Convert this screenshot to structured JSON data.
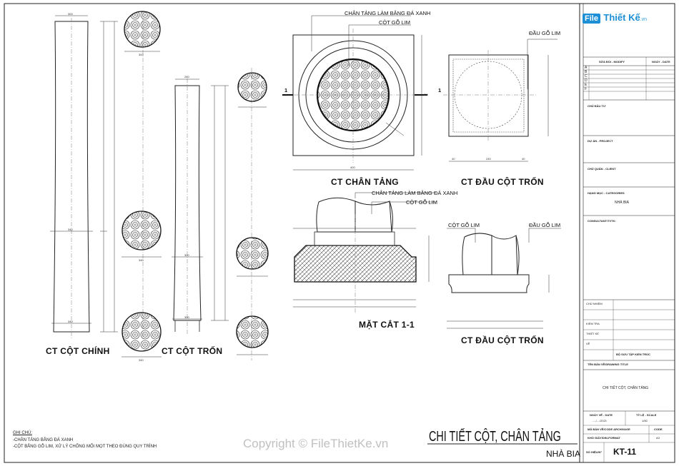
{
  "logo": {
    "brand": "File",
    "name": "Thiết Kế",
    "suffix": ".vn"
  },
  "drawing_titles": {
    "main_column": "CT CỘT CHÍNH",
    "round_column": "CT CỘT TRỐN",
    "base": "CT CHÂN TẢNG",
    "column_head_1": "CT ĐẦU CỘT TRỐN",
    "section": "MẶT CẮT 1-1",
    "column_head_2": "CT ĐẦU CỘT TRỐN"
  },
  "callouts": {
    "base_stone": "CHÂN TẢNG LÀM BẰNG ĐÁ XANH",
    "lim_wood": "CỘT GỖ LIM",
    "lim_head": "ĐẦU GỖ LIM",
    "section_stone": "CHÂN TẢNG LÀM BẰNG ĐÁ XANH",
    "section_wood": "CỘT GỖ LIM",
    "head2_wood": "CỘT GỖ LIM",
    "head2_head": "ĐẦU GỖ LIM",
    "section_marker": "1"
  },
  "dimensions": {
    "main_top": "300",
    "main_mid": "340",
    "main_bot": "340",
    "circle1": "300",
    "circle2": "340",
    "circle3": "340",
    "tron_top": "280",
    "tron_mid": "300",
    "tron_bot": "300",
    "base_width": "400",
    "base_side": "400",
    "head_a": "40",
    "head_b": "240",
    "head_c": "40"
  },
  "notes": {
    "heading": "GHI CHÚ:",
    "line1": "-CHÂN TẢNG BẰNG ĐÁ XANH",
    "line2": "-CỘT BẰNG GỖ LIM, XỬ LÝ CHỐNG MỐI MỌT THEO ĐÚNG QUY TRÌNH"
  },
  "sheet": {
    "title": "CHI TIẾT CỘT, CHÂN TẢNG",
    "subtitle": "NHÀ BIA",
    "watermark": "Copyright © FileThietKe.vn",
    "sheet_no": "KT-11"
  },
  "title_block": {
    "revision_header": "SỬA ĐỔI - MODIFY",
    "date_header": "NGÀY - DATE",
    "revisions": [
      "A",
      "B",
      "C",
      "D",
      "E",
      "F"
    ],
    "owner": "CHỦ ĐẦU TƯ",
    "project": "DỰ ÁN - PROJECT",
    "client": "CHỦ QUẢN - CLIENT",
    "category": "HẠNG MỤC - CATEGORIES",
    "category_value": "NHÀ BIA",
    "consultant": "CONSULTANT/TVTK:",
    "drawing_name_label": "TÊN BẢN VẼ/DRAWING TITLE",
    "drawing_name": "CHI TIẾT CỘT, CHÂN TẢNG",
    "date_label": "NGÀY VẼ - DATE",
    "date_value": "..../..../2021",
    "scale_label": "TỶ LỆ - SCALE",
    "scale_value": "1/50",
    "code_label": "MÃ BẢN VẼ/CODE ARCHIVAGE",
    "code_label2": "CODE",
    "format_label": "KHỔ GIẤY/DIN-FORMAT",
    "format_value": "A3",
    "sheet_label": "SỐ HIỆU/N°",
    "stamp_label": "BỘ SƯU TẬP KIẾN TRÚC",
    "sign1": "CHỦ NHIỆM",
    "sign2": "KIỂM TRA",
    "sign3": "THIẾT KẾ",
    "sign4": "VẼ"
  }
}
